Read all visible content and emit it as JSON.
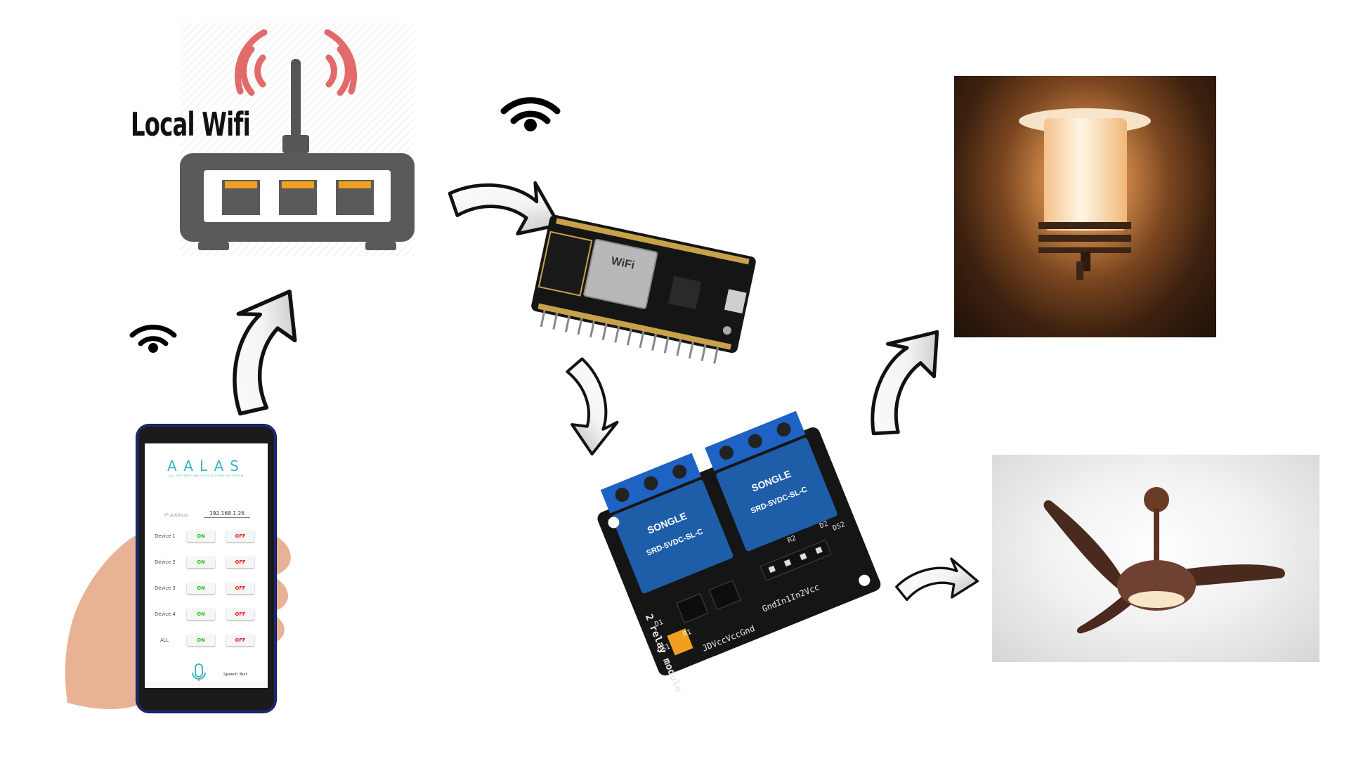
{
  "router": {
    "label": "Local Wifi"
  },
  "phone_app": {
    "logo": "AALAS",
    "tagline": "ALL APPLIANCE AND LIGHT AUTOMATION SYSTEM",
    "ip_label": "IP Address",
    "ip_value": "192.168.1.26",
    "devices": [
      {
        "name": "Device 1",
        "on": "ON",
        "off": "OFF"
      },
      {
        "name": "Device 2",
        "on": "ON",
        "off": "OFF"
      },
      {
        "name": "Device 3",
        "on": "ON",
        "off": "OFF"
      },
      {
        "name": "Device 4",
        "on": "ON",
        "off": "OFF"
      },
      {
        "name": "ALL",
        "on": "ON",
        "off": "OFF"
      }
    ],
    "speech_label": "Speech Text"
  },
  "relay_module": {
    "relay_top_text": "SONGLE",
    "relay_model": "SRD-5VDC-SL-C",
    "side_label": "2 relay module",
    "pin_labels_right": "GndIn1In2Vcc",
    "pin_labels_left": "JDVccVccGnd",
    "led_labels": [
      "D1",
      "D2",
      "DS1",
      "DS2",
      "R1",
      "R2"
    ]
  },
  "nodemcu": {
    "chip_text": "WiFi"
  },
  "colors": {
    "router_body": "#555555",
    "router_signal": "#e26a6a",
    "relay_blue": "#1e5ea8",
    "board_black": "#151515",
    "terminal_blue": "#1e63c4",
    "on_green": "#17c417",
    "off_red": "#e02020",
    "app_accent": "#38b6c5",
    "phone_frame": "#1b2a78"
  },
  "icons": [
    "wifi-icon",
    "router-icon",
    "nodemcu-board",
    "relay-module",
    "wall-lamp-photo",
    "ceiling-fan-photo",
    "smartphone",
    "microphone-icon",
    "arrow"
  ]
}
